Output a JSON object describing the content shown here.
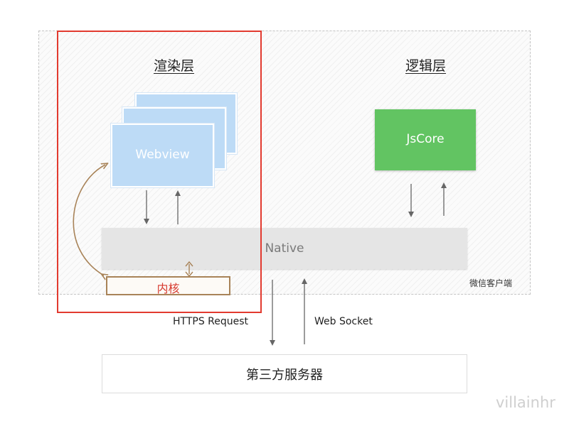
{
  "client": {
    "label": "微信客户端"
  },
  "render_layer": {
    "title": "渲染层",
    "webview_label": "Webview",
    "kernel_label": "内核"
  },
  "logic_layer": {
    "title": "逻辑层",
    "jscore_label": "JsCore"
  },
  "native": {
    "label": "Native"
  },
  "server": {
    "label": "第三方服务器"
  },
  "protocols": {
    "https": "HTTPS Request",
    "websocket": "Web Socket"
  },
  "watermark": "villainhr",
  "colors": {
    "webview": "#bddbf6",
    "jscore": "#62c462",
    "native": "#e5e5e5",
    "render_outline": "#e23a2f",
    "kernel_border": "#a88358",
    "kernel_text": "#d73a2f",
    "arrow": "#666666",
    "curve_arrow": "#a88358"
  }
}
